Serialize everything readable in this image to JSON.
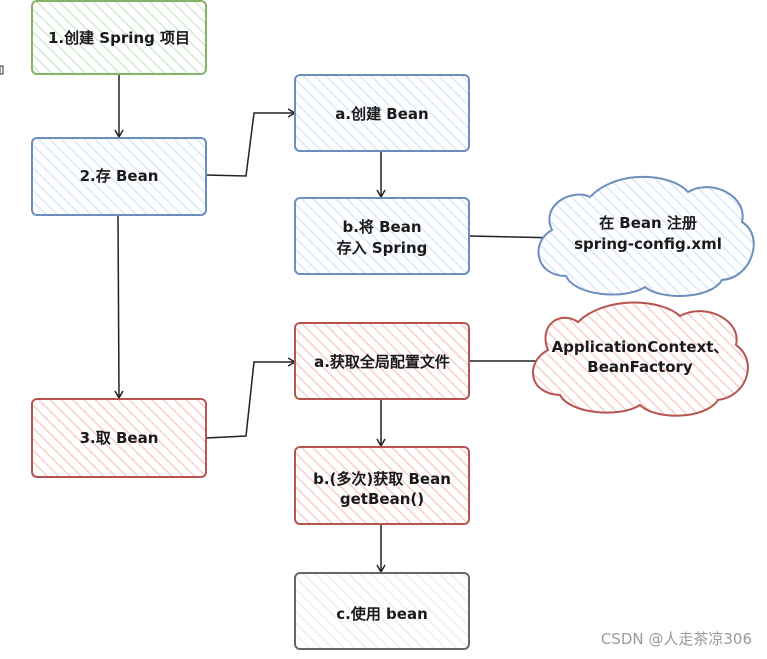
{
  "colors": {
    "green_stroke": "#82b366",
    "green_fill": "#d5e8d4",
    "blue_stroke": "#6c8ebf",
    "blue_fill": "#dae8fc",
    "red_stroke": "#b85450",
    "red_fill": "#f8cecc",
    "gray_stroke": "#666666",
    "gray_fill": "#f5f5f5"
  },
  "nodes": {
    "create_project": {
      "lines": [
        "1.创建 Spring 项目"
      ]
    },
    "store_bean": {
      "lines": [
        "2.存 Bean"
      ]
    },
    "create_bean": {
      "lines": [
        "a.创建 Bean"
      ]
    },
    "put_bean_spring": {
      "lines": [
        "b.将 Bean",
        "存入 Spring"
      ]
    },
    "register_cloud": {
      "lines": [
        "在 Bean 注册",
        "spring-config.xml"
      ]
    },
    "get_bean": {
      "lines": [
        "3.取 Bean"
      ]
    },
    "get_global_config": {
      "lines": [
        "a.获取全局配置文件"
      ]
    },
    "context_cloud": {
      "lines": [
        "ApplicationContext、",
        "BeanFactory"
      ]
    },
    "fetch_bean_multi": {
      "lines": [
        "b.(多次)获取 Bean",
        "getBean()"
      ]
    },
    "use_bean": {
      "lines": [
        "c.使用 bean"
      ]
    }
  },
  "watermark": "CSDN @人走茶凉306"
}
